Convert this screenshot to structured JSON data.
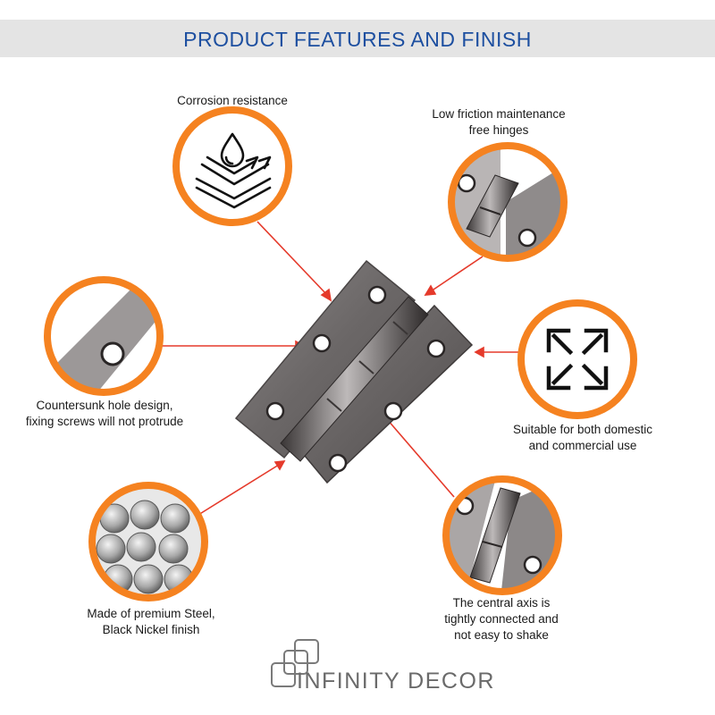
{
  "header": {
    "title": "PRODUCT FEATURES AND FINISH"
  },
  "features": {
    "corrosion": {
      "line1": "Corrosion resistance",
      "icon": "water-resistance-icon"
    },
    "friction": {
      "line1": "Low friction maintenance",
      "line2": "free hinges"
    },
    "countersunk": {
      "line1": "Countersunk hole design,",
      "line2": "fixing screws will not protrude"
    },
    "usage": {
      "line1": "Suitable for both domestic",
      "line2": "and commercial use",
      "icon": "expand-arrows-icon"
    },
    "material": {
      "line1": "Made of premium Steel,",
      "line2": "Black Nickel finish"
    },
    "axis": {
      "line1": "The central axis is",
      "line2": "tightly connected and",
      "line3": "not easy to shake"
    }
  },
  "brand": {
    "name": "INFINITY DECOR",
    "icon": "overlapping-squares-logo-icon"
  },
  "colors": {
    "accent_ring": "#f58220",
    "pointer_line": "#e53a2b",
    "title_blue": "#1d4fa0",
    "banner_gray": "#e4e4e4"
  }
}
